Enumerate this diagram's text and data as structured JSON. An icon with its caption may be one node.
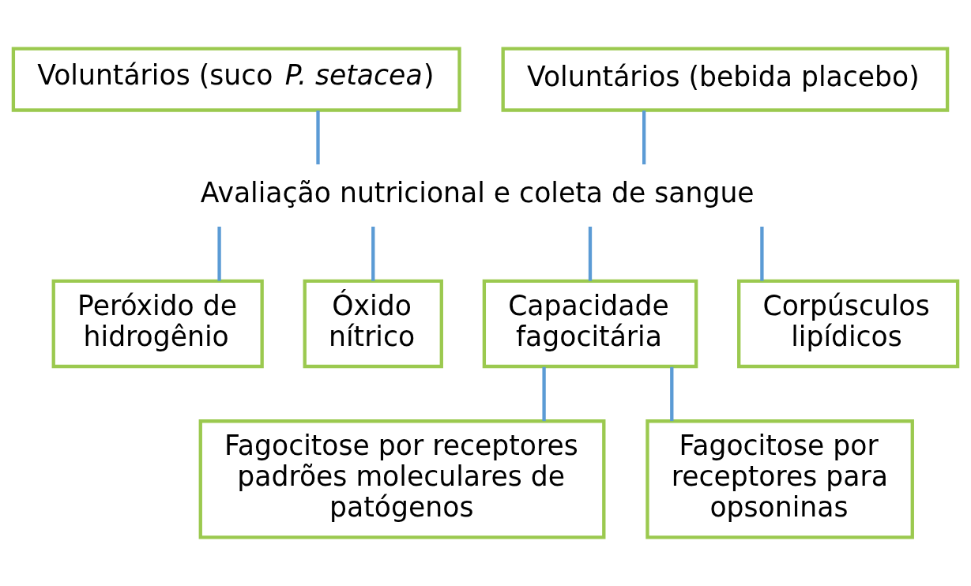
{
  "diagram": {
    "nodes": [
      {
        "text": [
          "Voluntários (suco *P. setacea*)"
        ]
      },
      {
        "text": [
          "Voluntários (bebida placebo)"
        ]
      },
      {
        "text": [
          "Avaliação nutricional e coleta de sangue"
        ]
      },
      {
        "text": [
          "Peróxido de hidrogênio"
        ]
      },
      {
        "text": [
          "Óxido nítrico"
        ]
      },
      {
        "text": [
          "Capacidade fagocitária"
        ]
      },
      {
        "text": [
          "Corpúsculos lipídicos"
        ]
      },
      {
        "text": [
          "Fagocitose por receptores padrões moleculares de patógenos"
        ]
      },
      {
        "text": [
          "Fagocitose por receptores para opsoninas"
        ]
      }
    ],
    "edges": [
      {
        "from": 0,
        "to": 2,
        "arrow": "none"
      },
      {
        "from": 1,
        "to": 2,
        "arrow": "none"
      },
      {
        "from": 2,
        "to": 3,
        "arrow": "none"
      },
      {
        "from": 2,
        "to": 4,
        "arrow": "none"
      },
      {
        "from": 2,
        "to": 5,
        "arrow": "none"
      },
      {
        "from": 2,
        "to": 6,
        "arrow": "none"
      },
      {
        "from": 5,
        "to": 7,
        "arrow": "none"
      },
      {
        "from": 5,
        "to": 8,
        "arrow": "none"
      }
    ]
  }
}
